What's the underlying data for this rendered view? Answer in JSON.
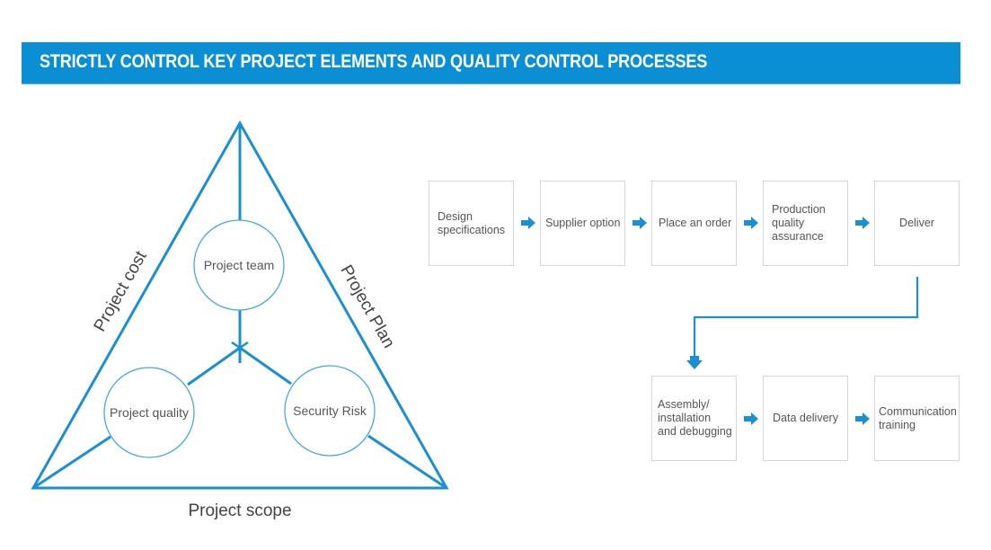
{
  "header": {
    "title": "STRICTLY CONTROL KEY PROJECT ELEMENTS AND QUALITY CONTROL PROCESSES",
    "background_color": "#0a8fd4"
  },
  "triangle": {
    "sides": {
      "left": "Project cost",
      "right": "Project Plan",
      "bottom": "Project scope"
    },
    "nodes": {
      "top": "Project team",
      "left": "Project quality",
      "right": "Security Risk"
    },
    "line_color": "#1a8fd1"
  },
  "process": {
    "row1": [
      {
        "label": "Design specifications"
      },
      {
        "label": "Supplier option"
      },
      {
        "label": "Place an order"
      },
      {
        "label": "Production quality assurance"
      },
      {
        "label": "Deliver"
      }
    ],
    "row2": [
      {
        "label": "Assembly/ installation and debugging"
      },
      {
        "label": "Data delivery"
      },
      {
        "label": "Communication training"
      }
    ],
    "arrow_icon": "right-arrow-icon",
    "arrow_color": "#1a8fd1"
  }
}
